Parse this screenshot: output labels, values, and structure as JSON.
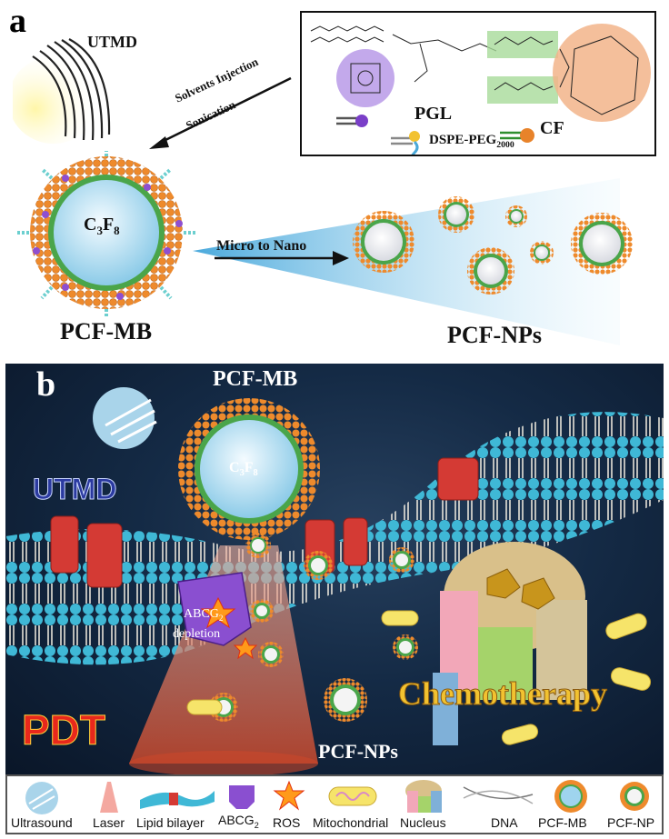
{
  "panel_a": {
    "letter": "a",
    "utmd": "UTMD",
    "arrow_text_1": "Solvents Injection",
    "arrow_text_2": "Sonication",
    "gas_main": "C",
    "gas_sub1": "3",
    "gas_main2": "F",
    "gas_sub2": "8",
    "bubble_label": "PCF-MB",
    "transition": "Micro to Nano",
    "nps_label": "PCF-NPs",
    "inset": {
      "pgl": "PGL",
      "cf": "CF",
      "dspe_main": "DSPE-PEG",
      "dspe_sub": "2000"
    }
  },
  "panel_b": {
    "letter": "b",
    "bubble_label": "PCF-MB",
    "utmd": "UTMD",
    "gas_main": "C",
    "gas_sub1": "3",
    "gas_main2": "F",
    "gas_sub2": "8",
    "abcg_main": "ABCG",
    "abcg_sub": "2",
    "depletion": "depletion",
    "pdt": "PDT",
    "nps_label": "PCF-NPs",
    "chemo": "Chemotherapy"
  },
  "legend": {
    "ultrasound": "Ultrasound",
    "laser": "Laser",
    "lipid": "Lipid bilayer",
    "abcg_main": "ABCG",
    "abcg_sub": "2",
    "ros": "ROS",
    "mito": "Mitochondrial",
    "nucleus": "Nucleus",
    "dna": "DNA",
    "mb": "PCF-MB",
    "np": "PCF-NP"
  },
  "colors": {
    "shell_orange": "#e8832a",
    "peg_cyan": "#7fd6d6",
    "core_blue": "#bfe4f4",
    "lipid_head": "#3fb8d6",
    "abcg_purple": "#8a4fd0",
    "channel_red": "#d43a34",
    "pdt_red": "#e8281c",
    "chemo_yellow": "#f2c230"
  }
}
